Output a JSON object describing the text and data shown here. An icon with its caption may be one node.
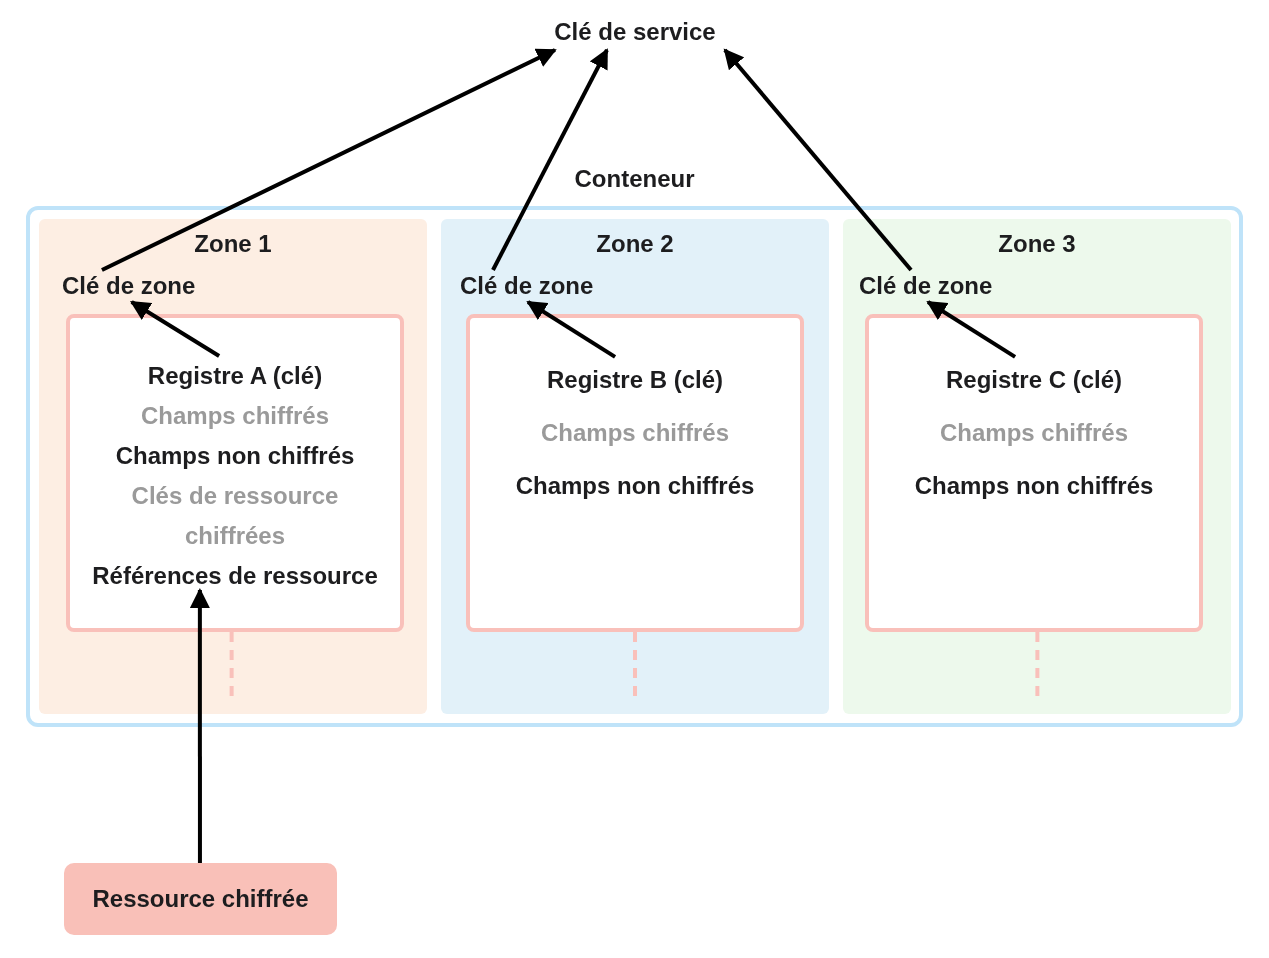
{
  "diagram": {
    "nodes": [
      {
        "text": [
          "Clé de service"
        ]
      },
      {
        "text": [
          "Conteneur"
        ]
      },
      {
        "text": [
          "Zone 1"
        ],
        "in": 1
      },
      {
        "text": [
          "Clé de zone"
        ],
        "in": 2
      },
      {
        "text": [
          "Registre A (clé)",
          "Champs chiffrés",
          "Champs non chiffrés",
          "Clés de ressource chiffrées",
          "Références de ressource"
        ],
        "in": 2
      },
      {
        "text": [
          "Zone 2"
        ],
        "in": 1
      },
      {
        "text": [
          "Clé de zone"
        ],
        "in": 5
      },
      {
        "text": [
          "Registre B (clé)",
          "Champs chiffrés",
          "Champs non chiffrés"
        ],
        "in": 5
      },
      {
        "text": [
          "Zone 3"
        ],
        "in": 1
      },
      {
        "text": [
          "Clé de zone"
        ],
        "in": 8
      },
      {
        "text": [
          "Registre C (clé)",
          "Champs chiffrés",
          "Champs non chiffrés"
        ],
        "in": 8
      },
      {
        "text": [
          "Ressource chiffrée"
        ]
      }
    ],
    "edges": [
      {
        "from": 3,
        "to": 0,
        "arrow": "to"
      },
      {
        "from": 6,
        "to": 0,
        "arrow": "to"
      },
      {
        "from": 9,
        "to": 0,
        "arrow": "to"
      },
      {
        "from": 4,
        "to": 3,
        "arrow": "to"
      },
      {
        "from": 7,
        "to": 6,
        "arrow": "to"
      },
      {
        "from": 10,
        "to": 9,
        "arrow": "to"
      },
      {
        "from": 11,
        "to": 4,
        "arrow": "to"
      },
      {
        "from": 4,
        "to": null,
        "arrow": "none",
        "style": "dashed",
        "color": "#f9c0ba"
      },
      {
        "from": 7,
        "to": null,
        "arrow": "none",
        "style": "dashed",
        "color": "#f9c0ba"
      },
      {
        "from": 10,
        "to": null,
        "arrow": "none",
        "style": "dashed",
        "color": "#f9c0ba"
      }
    ]
  }
}
